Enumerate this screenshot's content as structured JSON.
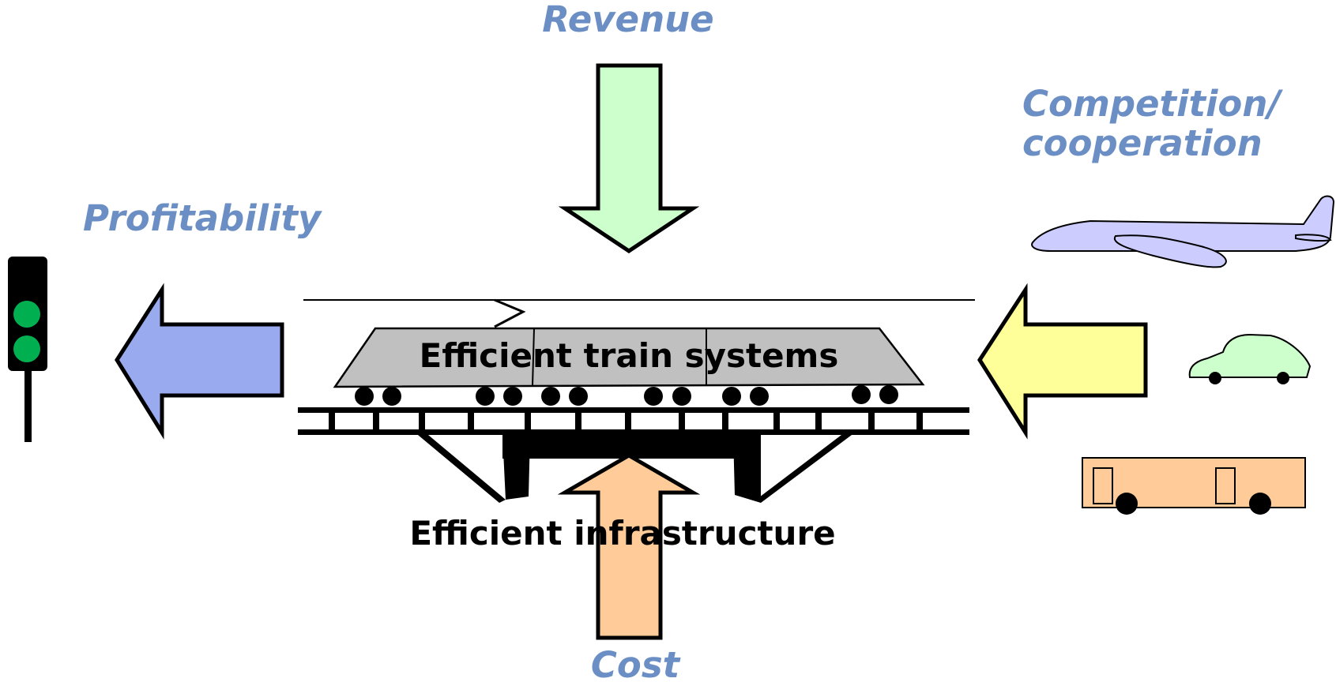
{
  "labels": {
    "revenue": "Revenue",
    "cost": "Cost",
    "profitability": "Profitability",
    "competition_line1": "Competition/",
    "competition_line2": "cooperation",
    "train_systems": "Efficient train systems",
    "infrastructure": "Efficient infrastructure"
  },
  "colors": {
    "label_blue": "#6b8fc4",
    "revenue_arrow": "#ccffcc",
    "cost_arrow": "#ffcc99",
    "profitability_arrow": "#99aaee",
    "competition_arrow": "#ffff99",
    "airplane": "#ccccff",
    "car": "#ccffcc",
    "bus": "#ffcc99",
    "train_body": "#c0c0c0",
    "traffic_light_lamp": "#00b050"
  },
  "icons": {
    "traffic_light": "traffic-light-icon",
    "airplane": "airplane-icon",
    "car": "car-icon",
    "bus": "bus-icon",
    "train": "train-icon",
    "bridge": "bridge-icon"
  }
}
